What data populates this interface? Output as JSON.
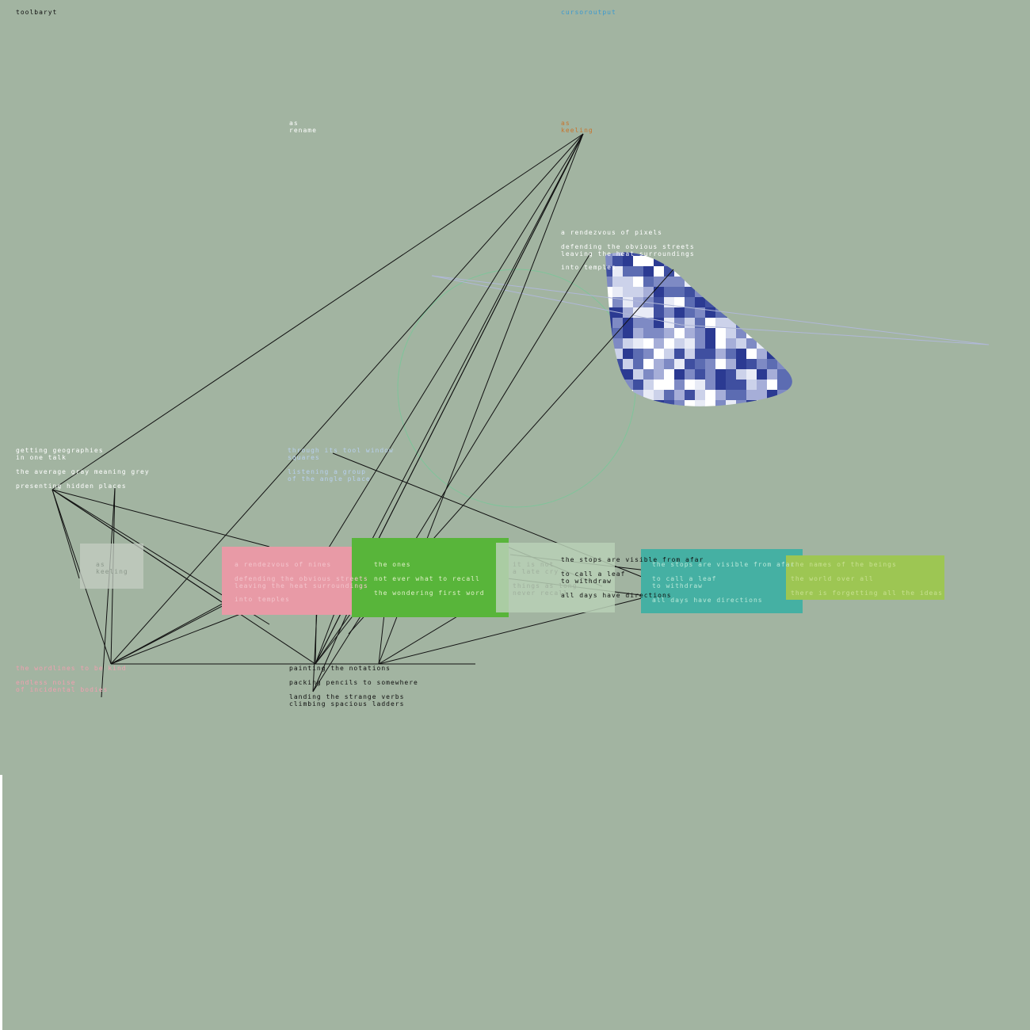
{
  "labels": {
    "toolbar_title": "toolbaryt",
    "coordinate_readout": "cursoroutput"
  },
  "nodes": {
    "rename": [
      "as",
      "rename"
    ],
    "keeling": [
      "as",
      "keeling"
    ],
    "rendezvous": {
      "title": "a rendezvous of pixels",
      "lines": [
        "defending the obvious streets",
        "leaving the heat surroundings"
      ],
      "extra": "into temples"
    },
    "geographies": {
      "lines": [
        "getting geographies",
        "in one talk"
      ],
      "gray": "the average gray meaning grey",
      "hidden": "presenting hidden places"
    },
    "faded_text": {
      "lines": [
        "through its tool window",
        "squares"
      ],
      "lines2": [
        "listening a group",
        "of the angle place"
      ]
    },
    "pink_bottom": {
      "title": "the wordlines to be kind",
      "lines": [
        "endless noise",
        "of incidental bodies"
      ]
    },
    "painting": {
      "lines": [
        "painting the notations",
        "packing pencils to somewhere",
        "landing the strange verbs",
        "climbing spacious ladders"
      ]
    },
    "gray_box": [
      "as",
      "keeling"
    ],
    "pink_box": {
      "title": "a rendezvous of nines",
      "lines": [
        "defending the obvious streets",
        "leaving the heat surroundings"
      ],
      "extra": "into temples"
    },
    "green_box": {
      "lines": [
        "the ones",
        "not ever what to recall",
        "the wondering first word"
      ]
    },
    "light_box": {
      "lines": [
        "it is not",
        "a late cry",
        "things as long",
        "never recall"
      ]
    },
    "stops_black": {
      "title": "the stops are visible from afar",
      "lines": [
        "to call a leaf",
        "to withdraw"
      ],
      "extra": "all days have directions"
    },
    "teal_box": {
      "title": "the stops are visible from afar",
      "lines": [
        "to call a leaf",
        "to withdraw"
      ],
      "extra": "all days have directions"
    },
    "lime_box": {
      "lines": [
        "the names of the beings",
        "the world over all",
        "there is forgetting all the ideas"
      ]
    }
  },
  "colors": {
    "background": "#a2b4a1",
    "pink_panel": "#e89aa6",
    "green_panel": "#58b53a",
    "light_panel": "#b4cdb3",
    "teal_panel": "#45b0a3",
    "lime_panel": "#9dc653",
    "gray_panel": "#c4cdc3",
    "pixel_dark": "#2b3a92",
    "pixel_light": "#ffffff",
    "circle": "#7fc49a",
    "connector": "#111111"
  }
}
